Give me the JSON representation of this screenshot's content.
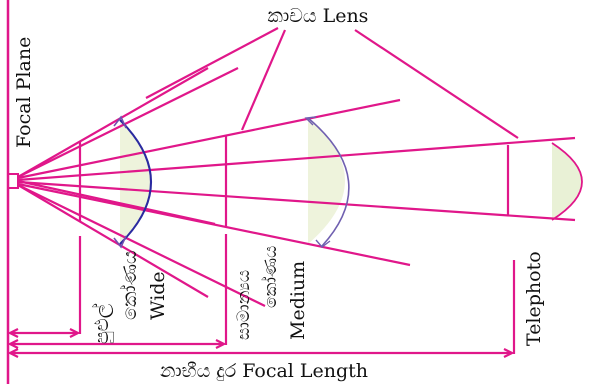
{
  "colors": {
    "ray": "#e0178a",
    "arc_blue": "#2a2aa0",
    "arc_purple": "#7050b0",
    "arc_red": "#e0178a",
    "lens_fill": "#eef3dc",
    "text": "#111111"
  },
  "labels": {
    "lens_title": "කාචය Lens",
    "focal_plane": "Focal Plane",
    "wide_si_1": "පුළුල්",
    "wide_si_2": "කෝණය",
    "wide_en": "Wide",
    "medium_si_1": "සාමාන්‍යය",
    "medium_si_2": "කෝණය",
    "medium_en": "Medium",
    "telephoto": "Telephoto",
    "focal_length": "නාභීය දුර Focal Length"
  }
}
